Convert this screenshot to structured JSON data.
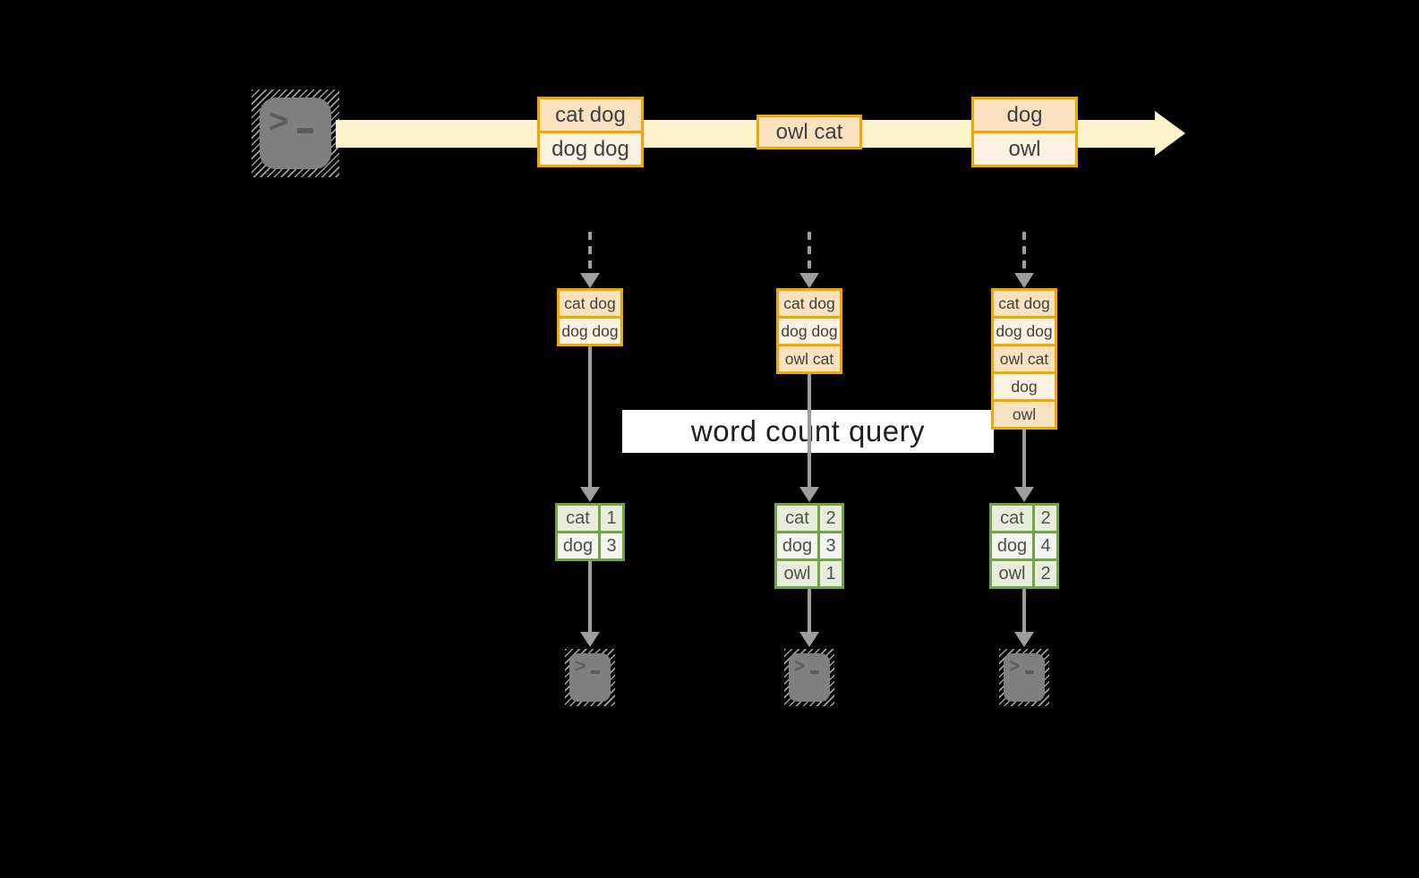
{
  "diagram": {
    "query_label": "word count query",
    "stream_batches": [
      {
        "lines": [
          "cat dog",
          "dog dog"
        ]
      },
      {
        "lines": [
          "owl cat"
        ]
      },
      {
        "lines": [
          "dog",
          "owl"
        ]
      }
    ],
    "micro_batches": [
      {
        "lines": [
          "cat dog",
          "dog dog"
        ]
      },
      {
        "lines": [
          "cat dog",
          "dog dog",
          "owl cat"
        ]
      },
      {
        "lines": [
          "cat dog",
          "dog dog",
          "owl cat",
          "dog",
          "owl"
        ]
      }
    ],
    "count_tables": [
      {
        "rows": [
          {
            "word": "cat",
            "count": "1"
          },
          {
            "word": "dog",
            "count": "3"
          }
        ]
      },
      {
        "rows": [
          {
            "word": "cat",
            "count": "2"
          },
          {
            "word": "dog",
            "count": "3"
          },
          {
            "word": "owl",
            "count": "1"
          }
        ]
      },
      {
        "rows": [
          {
            "word": "cat",
            "count": "2"
          },
          {
            "word": "dog",
            "count": "4"
          },
          {
            "word": "owl",
            "count": "2"
          }
        ]
      }
    ],
    "icons": {
      "source": "terminal-icon",
      "sinks": [
        "terminal-icon",
        "terminal-icon",
        "terminal-icon"
      ]
    },
    "colors": {
      "background": "#000000",
      "stream_band": "#FDF2CC",
      "batch_border": "#F0A800",
      "batch_cell_odd": "#FAE2C1",
      "batch_cell_even": "#FDF2E2",
      "table_border": "#6FA542",
      "table_row_odd": "#E7EDDA",
      "table_row_even": "#F3F6EE",
      "arrow_gray": "#9E9E9E",
      "terminal_gray": "#7F7F7F"
    }
  }
}
